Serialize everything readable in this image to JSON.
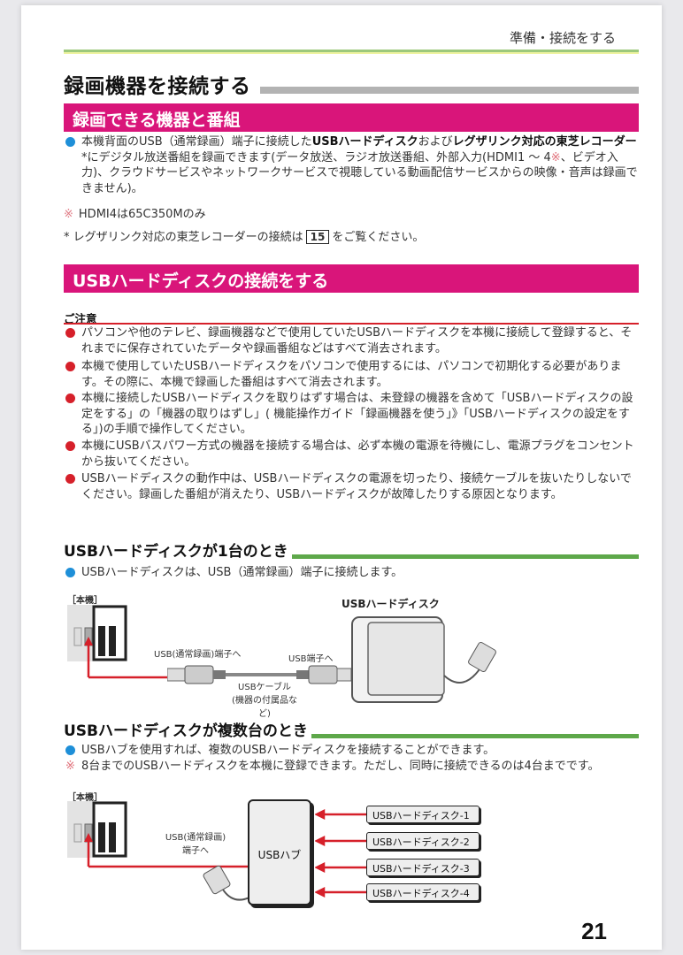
{
  "header": {
    "section_title": "準備・接続をする"
  },
  "main_title": "録画機器を接続する",
  "section1": {
    "banner": "録画できる機器と番組",
    "bullet": {
      "t1": "本機背面のUSB（通常録画）端子に接続した",
      "b1": "USBハードディスク",
      "t2": "および",
      "b2": "レグザリンク対応の東芝レコーダー",
      "t3": "*",
      "t4": "にデジタル放送番組を録画できます(データ放送、ラジオ放送番組、外部入力(HDMI1 ～ 4",
      "t5": "※",
      "t6": "、ビデオ入力)、クラウドサービスやネットワークサービスで視聴している動画配信サービスからの映像・音声は録画できません)。"
    },
    "note_mark": "※",
    "note": "HDMI4は65C350Mのみ",
    "footnote_pre": "* レグザリンク対応の東芝レコーダーの接続は",
    "footnote_ref": "15",
    "footnote_post": "をご覧ください。"
  },
  "section2": {
    "banner": "USBハードディスクの接続をする",
    "caution_title": "ご注意",
    "cautions": [
      "パソコンや他のテレビ、録画機器などで使用していたUSBハードディスクを本機に接続して登録すると、それまでに保存されていたデータや録画番組などはすべて消去されます。",
      "本機で使用していたUSBハードディスクをパソコンで使用するには、パソコンで初期化する必要があります。その際に、本機で録画した番組はすべて消去されます。",
      "本機に接続したUSBハードディスクを取りはずす場合は、未登録の機器を含めて「USBハードディスクの設定をする」の「機器の取りはずし」( 機能操作ガイド「録画機器を使う」》「USBハードディスクの設定をする」)の手順で操作してください。",
      "本機にUSBバスパワー方式の機器を接続する場合は、必ず本機の電源を待機にし、電源プラグをコンセントから抜いてください。",
      "USBハードディスクの動作中は、USBハードディスクの電源を切ったり、接続ケーブルを抜いたりしないでください。録画した番組が消えたり、USBハードディスクが故障したりする原因となります。"
    ]
  },
  "sub1": {
    "title": "USBハードディスクが1台のとき",
    "bullet": "USBハードディスクは、USB（通常録画）端子に接続します。",
    "diagram": {
      "tv_label": "［本機］",
      "hdd_label": "USBハードディスク",
      "port_label": "USB(通常録画)端子へ",
      "hdd_port_label": "USB端子へ",
      "cable_label": "USBケーブル",
      "cable_sub": "(機器の付属品など)"
    }
  },
  "sub2": {
    "title": "USBハードディスクが複数台のとき",
    "bullet": "USBハブを使用すれば、複数のUSBハードディスクを接続することができます。",
    "note_mark": "※",
    "note": "8台までのUSBハードディスクを本機に登録できます。ただし、同時に接続できるのは4台までです。",
    "diagram": {
      "tv_label": "［本機］",
      "port_label_1": "USB(通常録画)",
      "port_label_2": "端子へ",
      "hub_label": "USBハブ",
      "disks": [
        "USBハードディスク-1",
        "USBハードディスク-2",
        "USBハードディスク-3",
        "USBハードディスク-4"
      ]
    }
  },
  "page_number": "21",
  "colors": {
    "banner": "#d9157a",
    "green_rule": "#5ea84a",
    "caution_red": "#d6202a",
    "info_blue": "#1e8fd8"
  }
}
